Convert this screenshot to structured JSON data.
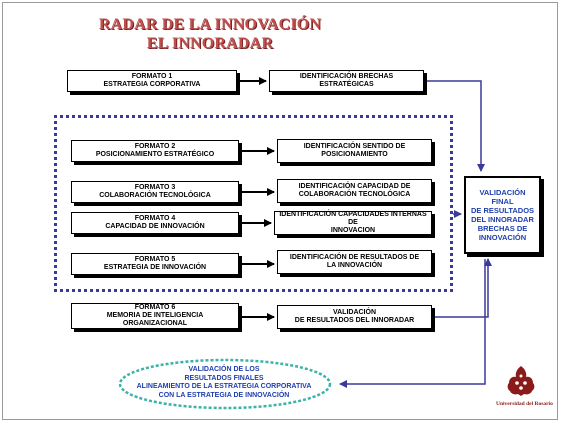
{
  "title": {
    "line1": "RADAR DE LA INNOVACIÓN",
    "line2": "EL INNORADAR"
  },
  "formats": [
    {
      "line1": "FORMATO 1",
      "line2": "ESTRATEGIA CORPORATIVA",
      "line3": ""
    },
    {
      "line1": "FORMATO 2",
      "line2": "POSICIONAMIENTO ESTRATÉGICO",
      "line3": ""
    },
    {
      "line1": "FORMATO 3",
      "line2": "COLABORACIÓN TECNOLÓGICA",
      "line3": ""
    },
    {
      "line1": "FORMATO 4",
      "line2": "CAPACIDAD DE INNOVACIÓN",
      "line3": ""
    },
    {
      "line1": "FORMATO 5",
      "line2": "ESTRATEGIA DE INNOVACIÓN",
      "line3": ""
    },
    {
      "line1": "FORMATO 6",
      "line2": "MEMORIA DE INTELIGENCIA",
      "line3": "ORGANIZACIONAL"
    }
  ],
  "results": [
    {
      "line1": "IDENTIFICACIÓN BRECHAS ESTRATÉGICAS",
      "line2": ""
    },
    {
      "line1": "IDENTIFICACIÓN SENTIDO DE",
      "line2": "POSICIONAMIENTO"
    },
    {
      "line1": "IDENTIFICACIÓN CAPACIDAD DE",
      "line2": "COLABORACIÓN TECNOLÓGICA"
    },
    {
      "line1": "IDENTIFICACIÓN CAPACIDADES INTERNAS DE",
      "line2": "INNOVACION"
    },
    {
      "line1": "IDENTIFICACIÓN DE RESULTADOS DE",
      "line2": "LA INNOVACIÓN"
    },
    {
      "line1": "VALIDACIÓN",
      "line2": "DE RESULTADOS DEL INNORADAR"
    }
  ],
  "final_validation": {
    "lines": [
      "VALIDACIÓN",
      "FINAL",
      "DE RESULTADOS",
      "DEL INNORADAR",
      "BRECHAS DE",
      "INNOVACIÓN"
    ]
  },
  "conclusion": {
    "lines": [
      "VALIDACIÓN DE LOS",
      "RESULTADOS FINALES",
      "ALINEAMIENTO DE LA ESTRATEGIA CORPORATIVA",
      "CON LA ESTRATEGIA DE INNOVACIÓN"
    ]
  },
  "logo": {
    "caption": "Universidad del Rosario"
  },
  "colors": {
    "title": "#c0504d",
    "accent_blue": "#1f3fae",
    "connector_blue": "#3a3a9a",
    "ellipse": "#3bb3a6",
    "logo": "#8b1a1a"
  }
}
